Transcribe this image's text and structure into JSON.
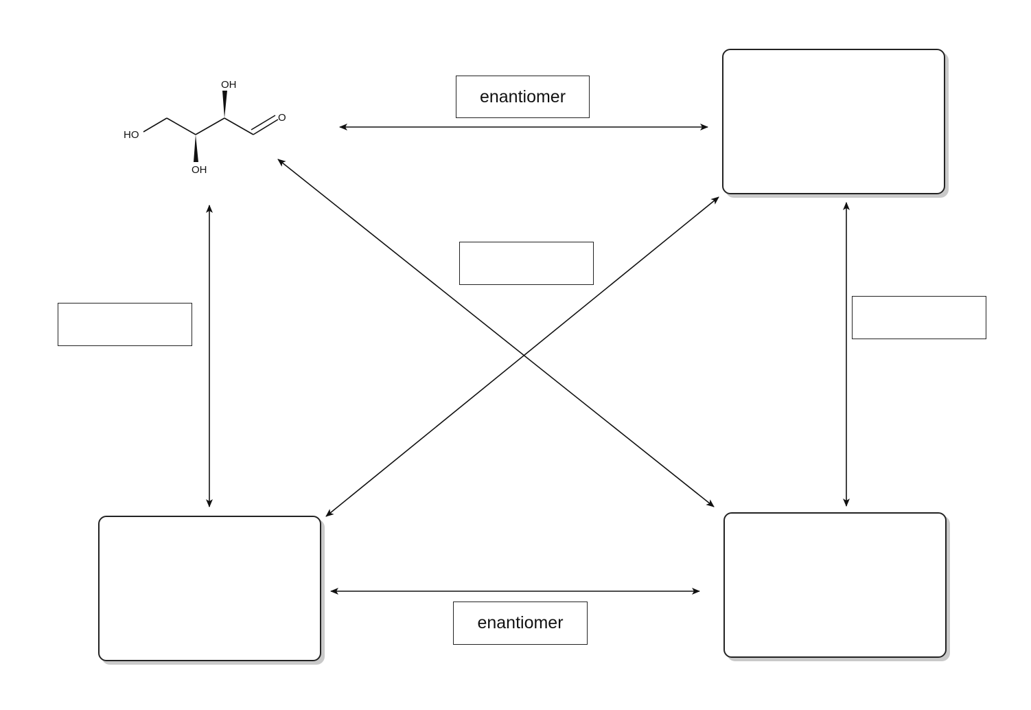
{
  "molecule": {
    "atoms": {
      "oh_top": "OH",
      "ho_left": "HO",
      "oh_bottom": "OH",
      "o_carbonyl": "O"
    }
  },
  "labels": {
    "top": "enantiomer",
    "center": "",
    "left": "",
    "right": "",
    "bottom": "enantiomer"
  }
}
